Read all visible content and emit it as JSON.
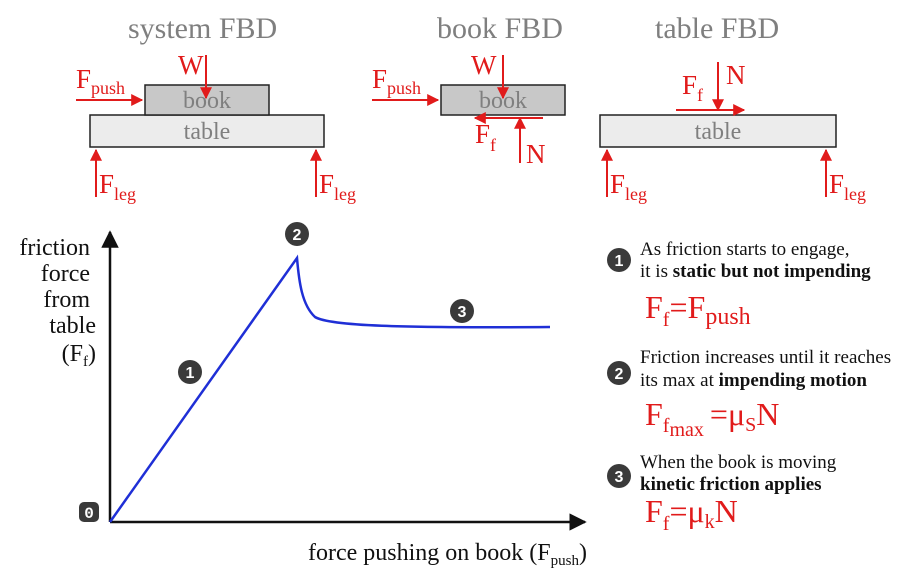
{
  "titles": {
    "system": "system FBD",
    "book": "book FBD",
    "table": "table FBD"
  },
  "boxes": {
    "book": "book",
    "table": "table"
  },
  "forces": {
    "push": {
      "base": "F",
      "sub": "push"
    },
    "weight": "W",
    "normal": "N",
    "friction": {
      "base": "F",
      "sub": "f"
    },
    "leg": {
      "base": "F",
      "sub": "leg"
    }
  },
  "graph": {
    "ylabel": [
      "friction",
      "force",
      "from",
      "table"
    ],
    "ylabel_sym": {
      "open": "(F",
      "sub": "f",
      "close": ")"
    },
    "xlabel": {
      "text": "force pushing on book (F",
      "sub": "push",
      "close": ")"
    },
    "markers": [
      "0",
      "1",
      "2",
      "3"
    ],
    "curve_color": "#1f2fd6"
  },
  "notes": [
    {
      "num": "1",
      "lines": [
        {
          "plain": "As friction starts to engage,"
        },
        {
          "plain": "it is ",
          "bold": "static but not impending"
        }
      ],
      "eq": {
        "lhs": "F",
        "lhs_sub": "f",
        "rhs": "=F",
        "rhs_sub": "push"
      }
    },
    {
      "num": "2",
      "lines": [
        {
          "plain": "Friction increases until it reaches"
        },
        {
          "plain": "its max at ",
          "bold": "impending motion"
        }
      ],
      "eq": {
        "lhs": "F",
        "lhs_sub": "f",
        "lhs_subsub": "max",
        "rhs": "=μ",
        "rhs_sub": "S",
        "tail": "N"
      }
    },
    {
      "num": "3",
      "lines": [
        {
          "plain": "When the book is moving"
        },
        {
          "bold": "kinetic friction applies"
        }
      ],
      "eq": {
        "lhs": "F",
        "lhs_sub": "f",
        "rhs": "=μ",
        "rhs_sub": "k",
        "tail": "N"
      }
    }
  ],
  "colors": {
    "force": "#e11b1b",
    "curve": "#1f2fd6",
    "box_fill": "#ececec",
    "marker_fill": "#3a3a3a"
  }
}
